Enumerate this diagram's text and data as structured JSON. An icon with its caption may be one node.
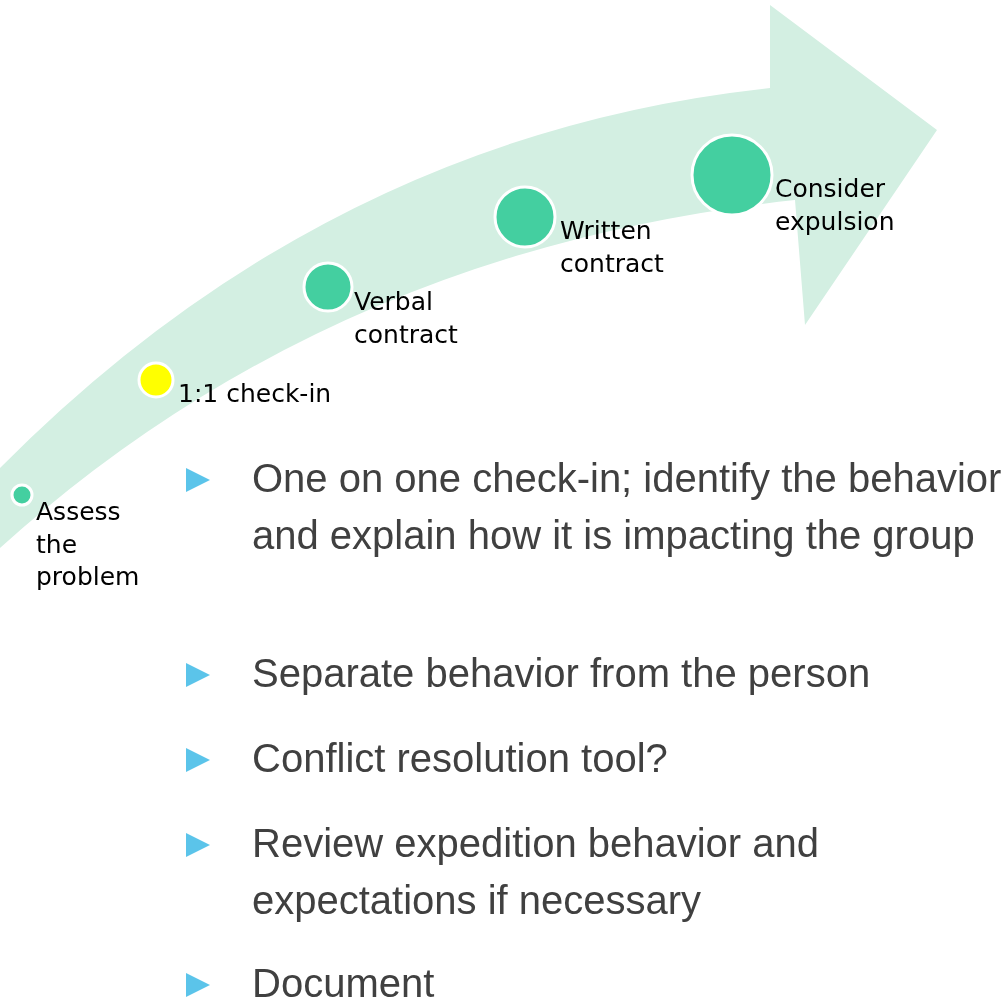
{
  "diagram": {
    "nodes": [
      {
        "text": [],
        "shape": "circle",
        "beside": [
          "Assess the problem"
        ]
      },
      {
        "text": [],
        "shape": "circle",
        "beside": [
          "1:1 check-in"
        ]
      },
      {
        "text": [],
        "shape": "circle",
        "beside": [
          "Verbal contract"
        ]
      },
      {
        "text": [],
        "shape": "circle",
        "beside": [
          "Written contract"
        ]
      },
      {
        "text": [],
        "shape": "circle",
        "beside": [
          "Consider expulsion"
        ]
      }
    ],
    "labels": [
      "One on one check-in; identify the behavior and explain how it is impacting the group",
      "Separate behavior from the person",
      "Conflict resolution tool?",
      "Review expedition behavior and expectations if necessary",
      "Document"
    ]
  }
}
